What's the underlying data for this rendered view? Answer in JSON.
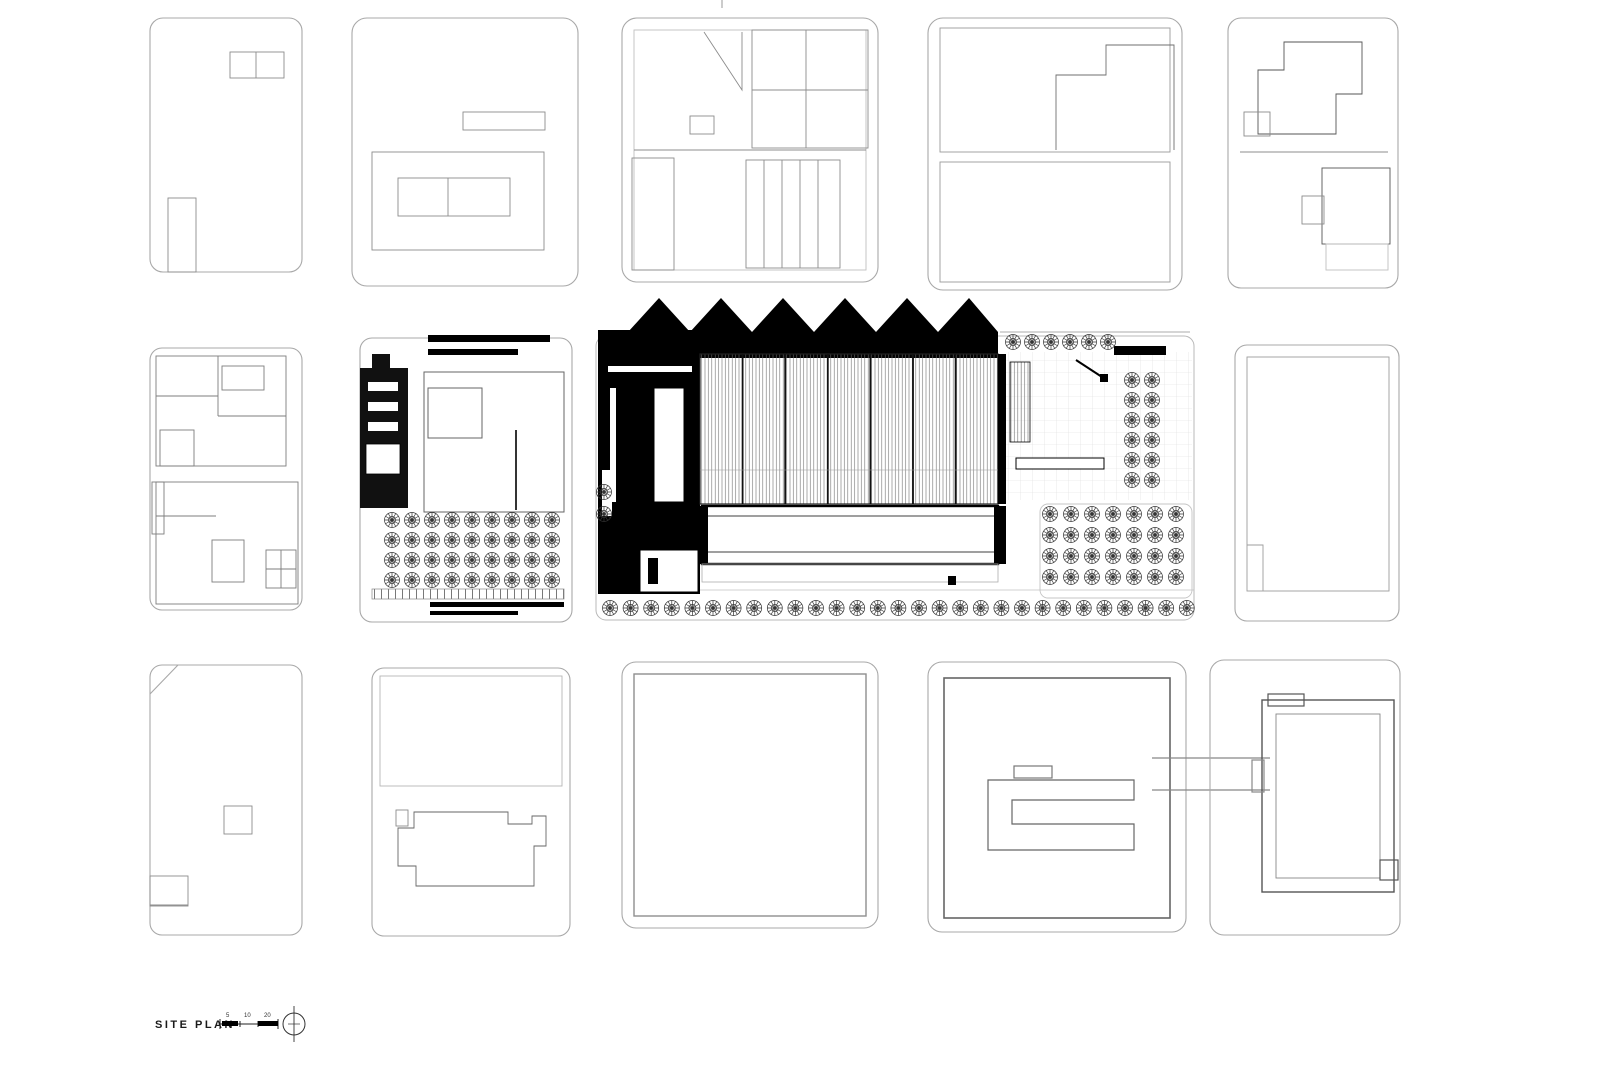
{
  "legend": {
    "title": "SITE PLAN",
    "scale_labels": [
      "5",
      "10",
      "20"
    ]
  },
  "colors": {
    "background": "#ffffff",
    "block_outline": "#a8a8a8",
    "detail_line": "#7d7d7d",
    "building_ink": "#000000",
    "tree_ink": "#333333"
  }
}
